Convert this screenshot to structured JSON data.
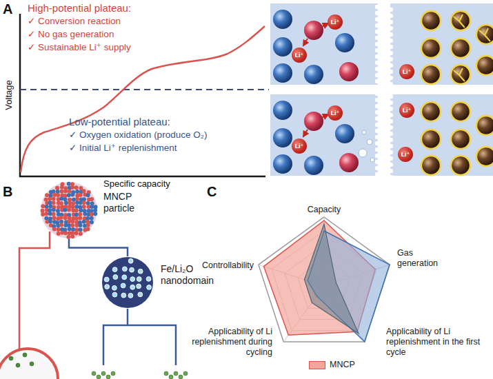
{
  "diagram": {
    "nodes": [
      {
        "text": [
          "Li⁺"
        ]
      },
      {
        "text": [
          "Li⁺"
        ]
      },
      {
        "text": [
          "Li⁺"
        ]
      },
      {
        "text": [
          "Li⁺"
        ]
      },
      {
        "text": [
          "Li⁺"
        ]
      },
      {
        "text": [
          "Li⁺"
        ]
      },
      {
        "text": [
          "Li⁺"
        ]
      },
      {
        "text": [
          "MNCP particle"
        ]
      },
      {
        "text": [
          "Fe/Li₂O nanodomain"
        ]
      }
    ],
    "edges": [
      {
        "from": 7,
        "to": 8,
        "arrow": "none"
      }
    ],
    "labels": [
      "A",
      "Voltage",
      "Specific capacity",
      "High-potential plateau:",
      "✓ Conversion reaction",
      "✓ No gas generation",
      "✓ Sustainable Li⁺ supply",
      "Low-potential plateau:",
      "✓ Oxygen oxidation (produce O₂)",
      "✓ Initial Li⁺ replenishment",
      "B",
      "C",
      "Capacity",
      "Gas generation",
      "Applicability of Li replenishment in the first cycle",
      "Applicability of Li replenishment during cycling",
      "Controllability"
    ],
    "legend": [
      {
        "text": "MNCP",
        "color": "#f2a59b"
      }
    ]
  }
}
